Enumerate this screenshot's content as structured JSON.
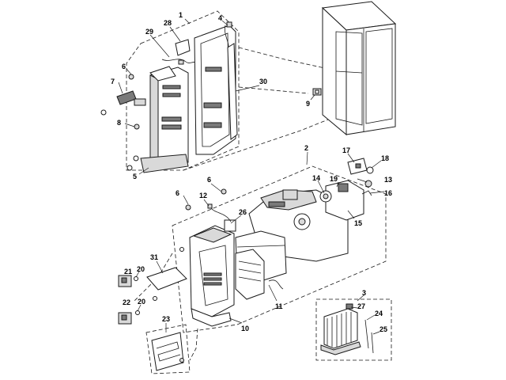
{
  "callouts": {
    "c1": "1",
    "c2": "2",
    "c3": "3",
    "c4": "4",
    "c5": "5",
    "c6a": "6",
    "c6b": "6",
    "c6c": "6",
    "c7": "7",
    "c8": "8",
    "c9": "9",
    "c10": "10",
    "c11": "11",
    "c12": "12",
    "c13": "13",
    "c14": "14",
    "c15": "15",
    "c16": "16",
    "c17": "17",
    "c18": "18",
    "c19": "19",
    "c20a": "20",
    "c20b": "20",
    "c21": "21",
    "c22": "22",
    "c23": "23",
    "c24": "24",
    "c25": "25",
    "c26": "26",
    "c27": "27",
    "c28": "28",
    "c29": "29",
    "c30": "30",
    "c31": "31"
  },
  "colors": {
    "line": "#1a1a1a",
    "fill_gray": "#d9d9d9",
    "fill_dark": "#7a7a7a",
    "background": "#ffffff"
  }
}
